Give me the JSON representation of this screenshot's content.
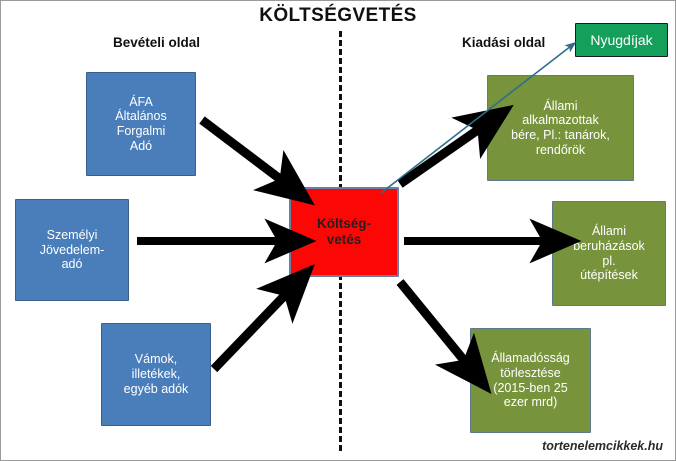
{
  "title": "KÖLTSÉGVETÉS",
  "labels": {
    "income_side": "Bevételi oldal",
    "expense_side": "Kiadási oldal"
  },
  "center": {
    "text": "Költség-\nvetés",
    "color": "#fc0606"
  },
  "income_boxes": [
    {
      "text": "ÁFA\nÁltalános\nForgalmi\nAdó"
    },
    {
      "text": "Személyi\nJövedelem-\nadó"
    },
    {
      "text": "Vámok,\nilletékek,\negyéb adók"
    }
  ],
  "expense_boxes": [
    {
      "text": "Állami\nalkalmazottak\nbére, Pl.: tanárok,\nrendőrök"
    },
    {
      "text": "Állami\nberuházások\npl.\nútépítések"
    },
    {
      "text": "Államadósság\ntörlesztése\n(2015-ben 25\nezer mrd)"
    }
  ],
  "pension_box": {
    "text": "Nyugdíjak",
    "color": "#14a05a"
  },
  "watermark": "tortenelemcikkek.hu",
  "colors": {
    "income": "#4a7ebb",
    "expense": "#77933c",
    "center": "#fc0606",
    "pension": "#14a05a",
    "pension_arrow": "#2e6d8e",
    "arrow": "#000000"
  }
}
